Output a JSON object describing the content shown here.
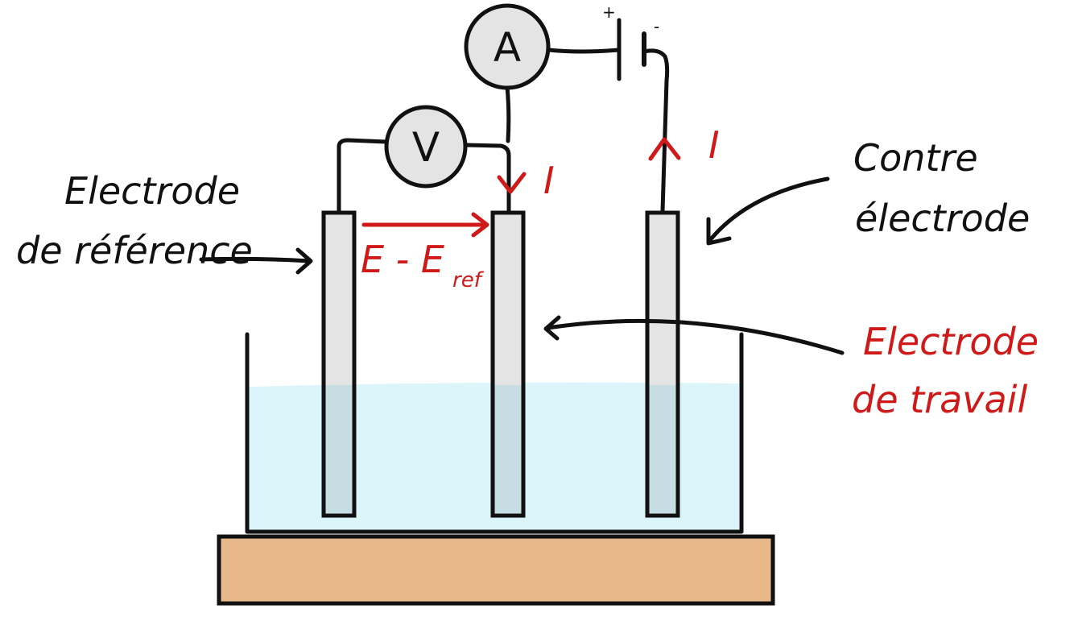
{
  "labels": {
    "reference_line1": "Electrode",
    "reference_line2": "de référence",
    "counter_line1": "Contre",
    "counter_line2": "électrode",
    "working_line1": "Electrode",
    "working_line2": "de travail",
    "potential_main": "E - E",
    "potential_sub": "ref",
    "current_down": "I",
    "current_up": "I"
  },
  "instruments": {
    "voltmeter": "V",
    "ammeter": "A",
    "battery_plus": "+",
    "battery_minus": "-"
  },
  "colors": {
    "ink": "#111111",
    "red": "#d01a1a",
    "electrolyte": "#dcf5fb",
    "electrode": "#e4e4e4",
    "electrode_submerged": "#c6dde3",
    "base": "#e6b88a",
    "meter_fill": "#e4e4e4"
  }
}
